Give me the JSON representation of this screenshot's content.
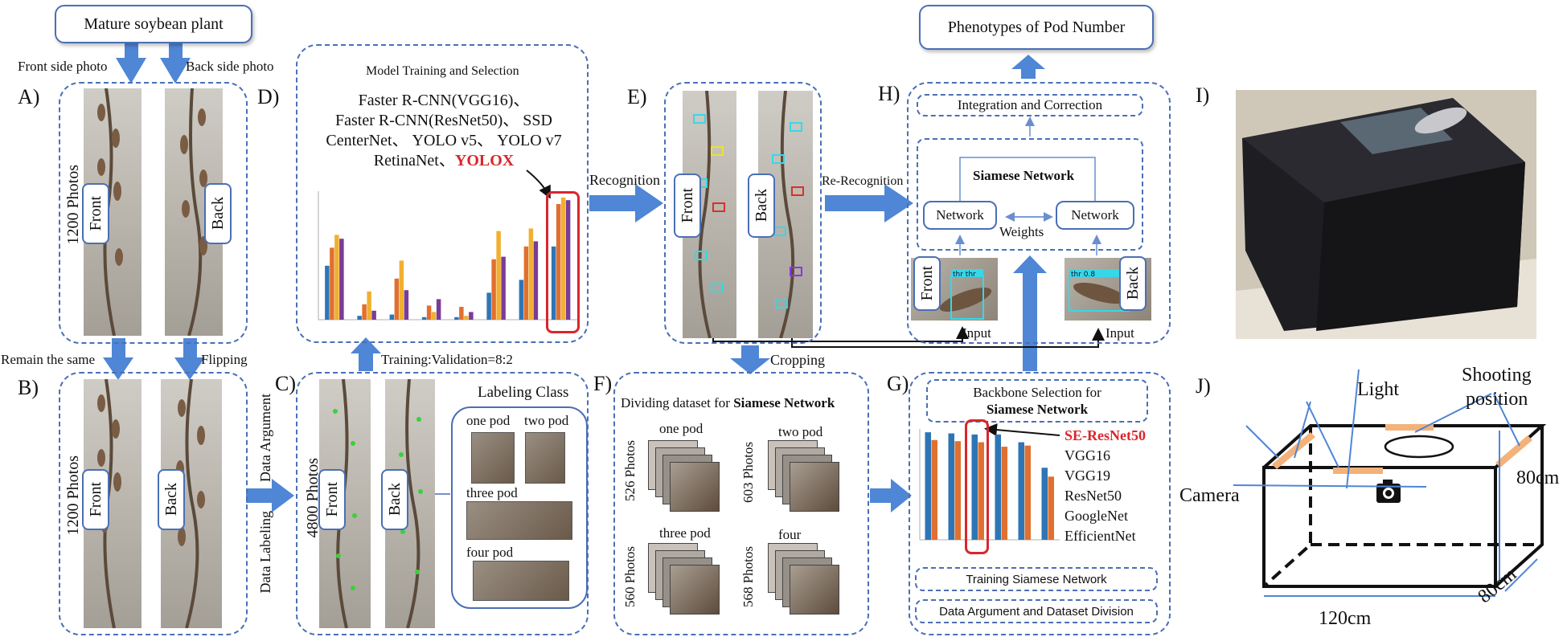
{
  "top": {
    "input_box": "Mature soybean plant",
    "output_box": "Phenotypes of Pod Number"
  },
  "panels": {
    "A": {
      "letter": "A)",
      "front_side": "Front side photo",
      "back_side": "Back side photo",
      "count": "1200 Photos",
      "front_tag": "Front",
      "back_tag": "Back"
    },
    "B": {
      "letter": "B)",
      "remain": "Remain the same",
      "flipping": "Flipping",
      "count": "1200 Photos",
      "front_tag": "Front",
      "back_tag": "Back"
    },
    "C": {
      "letter": "C)",
      "data_labeling": "Data Labeling",
      "data_argument": "Data Argument",
      "count": "4800 Photos",
      "front_tag": "Front",
      "back_tag": "Back",
      "split": "Training:Validation=8:2",
      "labeling_class": {
        "title": "Labeling Class",
        "one": "one pod",
        "two": "two pod",
        "three": "three pod",
        "four": "four pod"
      }
    },
    "D": {
      "letter": "D)",
      "title": "Model Training and Selection",
      "models_line1": "Faster R-CNN(VGG16)、",
      "models_line2": "Faster R-CNN(ResNet50)、 SSD",
      "models_line3": "CenterNet、 YOLO v5、 YOLO v7",
      "models_line4": "RetinaNet、",
      "highlight": "YOLOX"
    },
    "E": {
      "letter": "E)",
      "recognition": "Recognition",
      "front_tag": "Front",
      "back_tag": "Back",
      "cropping": "Cropping"
    },
    "F": {
      "letter": "F)",
      "title_prefix": "Dividing dataset for ",
      "title_bold": "Siamese Network",
      "groups": [
        {
          "label": "one pod",
          "count": "526 Photos"
        },
        {
          "label": "two pod",
          "count": "603 Photos"
        },
        {
          "label": "three pod",
          "count": "560 Photos"
        },
        {
          "label": "four",
          "count": "568 Photos"
        }
      ]
    },
    "G": {
      "letter": "G)",
      "title_line1": "Backbone Selection for",
      "title_line2": "Siamese Network",
      "backbones": [
        "SE-ResNet50",
        "VGG16",
        "VGG19",
        "ResNet50",
        "GoogleNet",
        "EfficientNet"
      ],
      "training": "Training Siamese Network",
      "argument": "Data Argument and Dataset Division"
    },
    "H": {
      "letter": "H)",
      "re_recognition": "Re-Recognition",
      "integration": "Integration and Correction",
      "siamese": "Siamese Network",
      "network_left": "Network",
      "network_right": "Network",
      "weights": "Weights",
      "front_tag": "Front",
      "back_tag": "Back",
      "input_left": "Input",
      "input_right": "Input",
      "overlay_left": "thr thr",
      "overlay_right": "thr 0.8"
    },
    "I": {
      "letter": "I)"
    },
    "J": {
      "letter": "J)",
      "light": "Light",
      "shooting_1": "Shooting",
      "shooting_2": "position",
      "camera": "Camera",
      "height": "80cm",
      "depth": "80cm",
      "width": "120cm"
    }
  },
  "colors": {
    "border": "#4a6fb5",
    "arrow": "#4f86d6",
    "highlight": "#d9262c",
    "series": [
      "#2e75b6",
      "#e07030",
      "#f0b030",
      "#7a3c96"
    ]
  },
  "chart_data": [
    {
      "type": "bar",
      "categories": [
        "",
        "",
        "",
        "",
        "",
        "",
        "",
        ""
      ],
      "series": [
        {
          "name": "",
          "values": [
            0.42,
            0.03,
            0.04,
            0.02,
            0.02,
            0.21,
            0.31,
            0.57
          ]
        },
        {
          "name": "",
          "values": [
            0.56,
            0.12,
            0.32,
            0.11,
            0.1,
            0.47,
            0.57,
            0.9
          ]
        },
        {
          "name": "",
          "values": [
            0.66,
            0.22,
            0.46,
            0.06,
            0.03,
            0.69,
            0.71,
            0.95
          ]
        },
        {
          "name": "",
          "values": [
            0.63,
            0.07,
            0.23,
            0.16,
            0.06,
            0.49,
            0.61,
            0.93
          ]
        }
      ],
      "ylim": [
        0,
        1
      ],
      "grid": false
    },
    {
      "type": "bar",
      "categories": [
        "",
        "",
        "",
        "",
        "",
        ""
      ],
      "series": [
        {
          "name": "",
          "values": [
            0.97,
            0.96,
            0.95,
            0.95,
            0.88,
            0.65
          ]
        },
        {
          "name": "",
          "values": [
            0.9,
            0.89,
            0.88,
            0.84,
            0.85,
            0.57
          ]
        }
      ],
      "ylim": [
        0,
        1
      ],
      "grid": false
    }
  ]
}
